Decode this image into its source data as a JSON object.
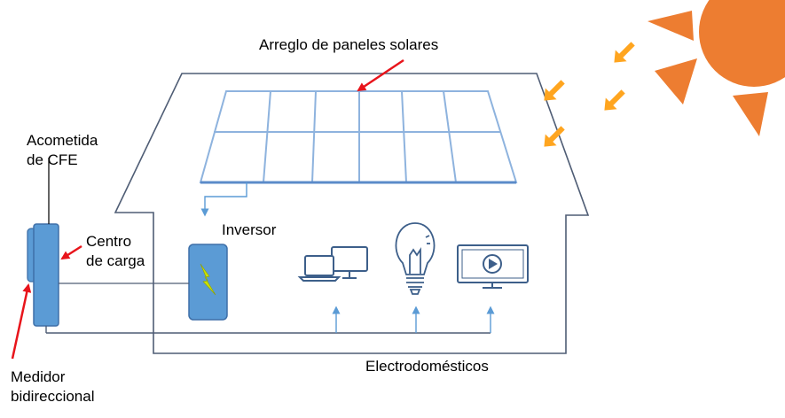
{
  "diagram": {
    "labels": {
      "solar_panels": "Arreglo de paneles solares",
      "acometida_line1": "Acometida",
      "acometida_line2": "de CFE",
      "centro_line1": "Centro",
      "centro_line2": "de carga",
      "inversor": "Inversor",
      "electrodomesticos": "Electrodomésticos",
      "medidor_line1": "Medidor",
      "medidor_line2": "bidireccional"
    },
    "colors": {
      "outline": "#4f5d75",
      "panel_fill": "#ffffff",
      "panel_stroke": "#5b8bc9",
      "device_blue": "#5b9bd5",
      "device_stroke": "#3e6fa8",
      "sun": "#ed7d31",
      "sun_arrows": "#ffa51f",
      "pointer_red": "#e8141b",
      "bolt": "#c8e000",
      "appliance_stroke": "#3d5f8a"
    },
    "icons": [
      "sun-icon",
      "laptop-monitor-icon",
      "lightbulb-icon",
      "tv-play-icon",
      "lightning-bolt-icon"
    ]
  }
}
